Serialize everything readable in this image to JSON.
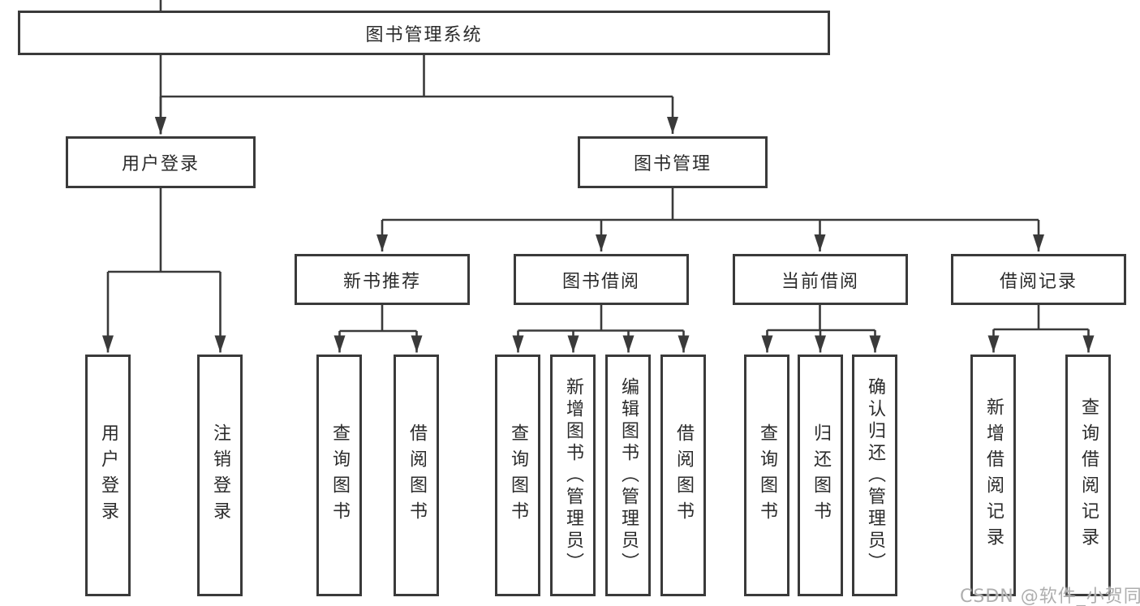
{
  "diagram": {
    "root": {
      "label": "图书管理系统"
    },
    "level2": [
      {
        "label": "用户登录"
      },
      {
        "label": "图书管理"
      }
    ],
    "level3": [
      {
        "label": "新书推荐"
      },
      {
        "label": "图书借阅"
      },
      {
        "label": "当前借阅"
      },
      {
        "label": "借阅记录"
      }
    ],
    "leaves": [
      {
        "label": "用户登录"
      },
      {
        "label": "注销登录"
      },
      {
        "label": "查询图书"
      },
      {
        "label": "借阅图书"
      },
      {
        "label": "查询图书"
      },
      {
        "label": "新增图书（管理员）"
      },
      {
        "label": "编辑图书（管理员）"
      },
      {
        "label": "借阅图书"
      },
      {
        "label": "查询图书"
      },
      {
        "label": "归还图书"
      },
      {
        "label": "确认归还（管理员）"
      },
      {
        "label": "新增借阅记录"
      },
      {
        "label": "查询借阅记录"
      }
    ],
    "colors": {
      "line": "#3a3a3a",
      "text": "#2b2b2b",
      "watermark": "#aeaeae"
    },
    "watermark": "CSDN @软件_小贺同学"
  }
}
